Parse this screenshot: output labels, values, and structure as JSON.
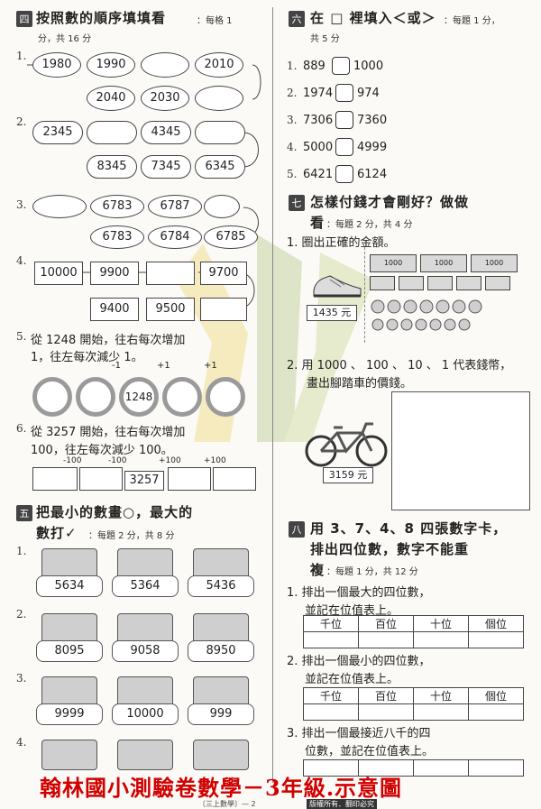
{
  "sec4": {
    "num": "四",
    "title": "按照數的順序填填看",
    "note1": "：每格 1",
    "note2": "分，共 16 分",
    "q": [
      "1.",
      "2.",
      "3.",
      "4.",
      "5.",
      "6."
    ],
    "q1_top": [
      "1980",
      "1990",
      "",
      "2010"
    ],
    "q1_bottom": [
      "2040",
      "2030",
      ""
    ],
    "q2_top": [
      "2345",
      "",
      "4345",
      ""
    ],
    "q2_bottom": [
      "8345",
      "7345",
      "6345"
    ],
    "q3_top": [
      "",
      "6783",
      "6787",
      ""
    ],
    "q3_bottom": [
      "6783",
      "6784",
      "6785"
    ],
    "q4_top": [
      "10000",
      "9900",
      "",
      "9700"
    ],
    "q4_bottom": [
      "9400",
      "9500",
      ""
    ],
    "q5_line1": "從 1248 開始，往右每次增加",
    "q5_line2": "1，往左每次減少 1。",
    "q5_signs": [
      "-1",
      "+1",
      "+1"
    ],
    "q5_rings": [
      "",
      "",
      "1248",
      "",
      ""
    ],
    "q6_line1": "從 3257 開始，往右每次增加",
    "q6_line2": "100，往左每次減少 100。",
    "q6_signs": [
      "-100",
      "-100",
      "+100",
      "+100"
    ],
    "q6_boxes": [
      "",
      "",
      "3257",
      "",
      ""
    ]
  },
  "sec5": {
    "num": "五",
    "title1": "把最小的數畫○，最大的",
    "title2": "數打✓",
    "note": "：每題 2 分，共 8 分",
    "q": [
      "1.",
      "2.",
      "3.",
      "4."
    ],
    "rows": [
      [
        "5634",
        "5364",
        "5436"
      ],
      [
        "8095",
        "9058",
        "8950"
      ],
      [
        "9999",
        "10000",
        "999"
      ],
      [
        "",
        "",
        ""
      ]
    ]
  },
  "sec6": {
    "num": "六",
    "title": "在 □ 裡填入＜或＞",
    "note1": "：每題 1 分，",
    "note2": "共 5 分",
    "items": [
      {
        "n": "1.",
        "a": "889",
        "b": "1000"
      },
      {
        "n": "2.",
        "a": "1974",
        "b": "974"
      },
      {
        "n": "3.",
        "a": "7306",
        "b": "7360"
      },
      {
        "n": "4.",
        "a": "5000",
        "b": "4999"
      },
      {
        "n": "5.",
        "a": "6421",
        "b": "6124"
      }
    ]
  },
  "sec7": {
    "num": "七",
    "title1": "怎樣付錢才會剛好？做做",
    "title2": "看",
    "note": "：每題 2 分，共 4 分",
    "q1": "1.  圈出正確的金額。",
    "shoe_price": "1435 元",
    "q2_line1": "2.  用 1000 、 100 、 10 、 1 代表錢幣，",
    "q2_line2": "畫出腳踏車的價錢。",
    "bike_price": "3159 元",
    "bill_label": "1000"
  },
  "sec8": {
    "num": "八",
    "title1": "用 3、7、4、8 四張數字卡，",
    "title2": "排出四位數，數字不能重",
    "title3": "複",
    "note": "：每題 1 分，共 12 分",
    "q1a": "1.  排出一個最大的四位數，",
    "q1b": "並記在位值表上。",
    "q2a": "2.  排出一個最小的四位數，",
    "q2b": "並記在位值表上。",
    "q3a": "3.  排出一個最接近八千的四",
    "q3b": "位數，並記在位值表上。",
    "headers": [
      "千位",
      "百位",
      "十位",
      "個位"
    ]
  },
  "banner": "翰林國小測驗卷數學－3年級.示意圖",
  "footer_left": "〔三上數學〕— 2",
  "footer_right": "版權所有．翻印必究"
}
